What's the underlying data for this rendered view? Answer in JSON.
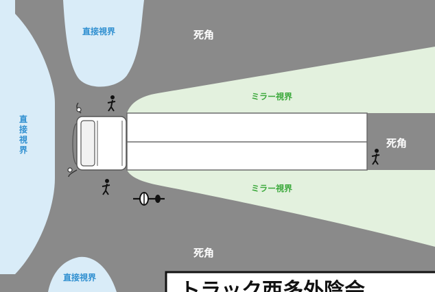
{
  "labels": {
    "blind_top": "死角",
    "blind_bottom": "死角",
    "blind_rear": "死角",
    "direct_top": "直接視界",
    "direct_bottom": "直接視界",
    "direct_left": "直\n接\n視\n界",
    "mirror_top": "ミラー視界",
    "mirror_bottom": "ミラー視界"
  },
  "banner": {
    "text": "トラック西多外陰会"
  },
  "icons": {
    "pedestrian": "pedestrian-icon",
    "cyclist": "cyclist-icon",
    "truck": "truck-icon"
  },
  "colors": {
    "blind_zone": "#8a8a8a",
    "direct_view": "#d9ecf8",
    "mirror_view": "#e3f1de",
    "direct_text": "#2f8fd0",
    "mirror_text": "#3aa83a"
  }
}
